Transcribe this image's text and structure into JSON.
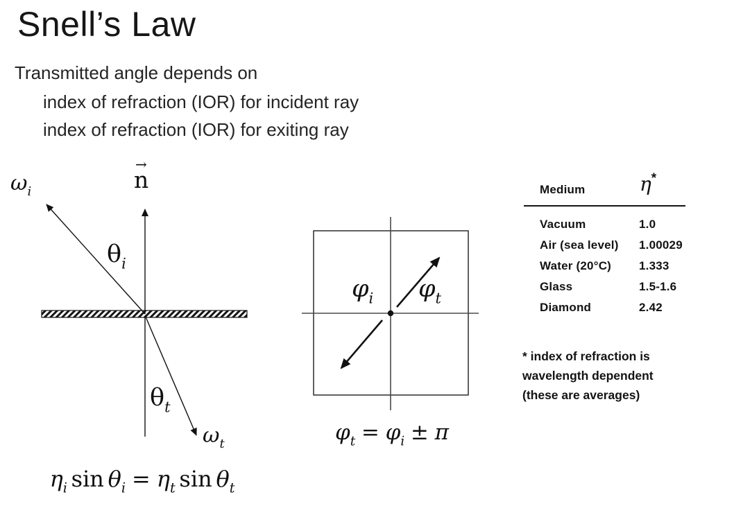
{
  "slide": {
    "title": "Snell’s Law",
    "intro": "Transmitted angle depends on",
    "bullets": [
      "index of refraction (IOR) for incident ray",
      "index of refraction (IOR) for exiting ray"
    ]
  },
  "ray_diagram": {
    "omega_i": {
      "base": "ω",
      "sub": "i"
    },
    "normal_label": {
      "base": "n",
      "arrow": "→"
    },
    "theta_i": {
      "base": "θ",
      "sub": "i"
    },
    "theta_t": {
      "base": "θ",
      "sub": "t"
    },
    "omega_t": {
      "base": "ω",
      "sub": "t"
    },
    "snell_formula": {
      "eta": "η",
      "sub_i": "i",
      "sin": "sin",
      "theta": "θ",
      "equals": "=",
      "sub_t": "t"
    }
  },
  "phi_diagram": {
    "phi_i": {
      "base": "φ",
      "sub": "i"
    },
    "phi_t": {
      "base": "φ",
      "sub": "t"
    },
    "formula": {
      "phi": "φ",
      "sub_t": "t",
      "equals": "=",
      "sub_i": "i",
      "plus_minus": "±",
      "pi": "π"
    }
  },
  "ior_table": {
    "header": {
      "medium": "Medium",
      "eta": "η",
      "star": "*"
    },
    "rows": [
      {
        "medium": "Vacuum",
        "ior": "1.0"
      },
      {
        "medium": "Air (sea level)",
        "ior": "1.00029"
      },
      {
        "medium": "Water (20°C)",
        "ior": "1.333"
      },
      {
        "medium": "Glass",
        "ior": "1.5-1.6"
      },
      {
        "medium": "Diamond",
        "ior": "2.42"
      }
    ],
    "footnote": [
      "* index of refraction is",
      "wavelength dependent",
      "(these are averages)"
    ]
  },
  "colors": {
    "ink": "#111111",
    "background": "#ffffff"
  }
}
